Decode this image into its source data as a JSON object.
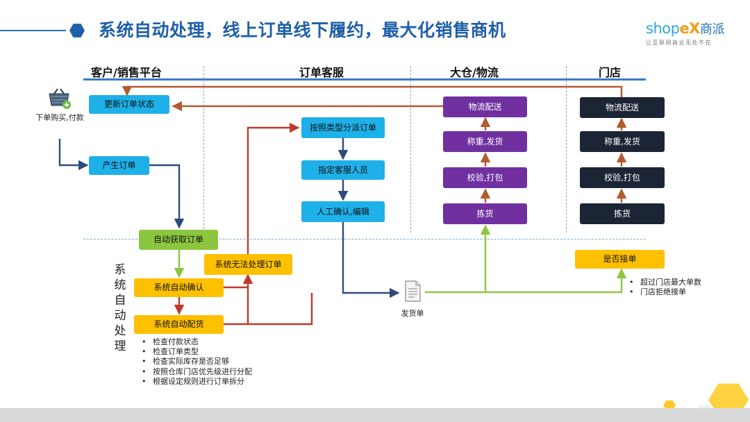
{
  "title": "系统自动处理，线上订单线下履约，最大化销售商机",
  "logo": {
    "main_a": "shop",
    "main_x": "eX",
    "main_cn": "商派",
    "slogan": "让互联网商业无处不在"
  },
  "columns": [
    "客户/销售平台",
    "订单客服",
    "大仓/物流",
    "门店"
  ],
  "customer": {
    "label": "下单购买,付款",
    "icon": "shopping-basket-icon"
  },
  "boxes": {
    "update_status": "更新订单状态",
    "create_order": "产生订单",
    "auto_fetch": "自动获取订单",
    "auto_confirm": "系统自动确认",
    "auto_allocate": "系统自动配货",
    "cannot_process": "系统无法处理订单",
    "dispatch_by_type": "按照类型分派订单",
    "assign_staff": "指定客服人员",
    "manual_confirm": "人工确认,编辑",
    "wh_delivery": "物流配送",
    "wh_ship": "称重,发货",
    "wh_pack": "校验,打包",
    "wh_pick": "拣货",
    "st_delivery": "物流配送",
    "st_ship": "称重,发货",
    "st_pack": "校验,打包",
    "st_pick": "拣货",
    "accept_order": "是否接单"
  },
  "vertical_label": "系统自动处理",
  "auto_checks": [
    "检查付款状态",
    "检查订单类型",
    "检查实际库存是否足够",
    "按照仓库门店优先级进行分配",
    "根据设定规则进行订单拆分"
  ],
  "store_rules": [
    "超过门店最大单数",
    "门店拒绝接单"
  ],
  "shipping_doc": {
    "label": "发货单",
    "icon": "document-icon"
  },
  "colors": {
    "title": "#1f5fa8",
    "blue_box": "#1eb0e8",
    "green_box": "#8cc63f",
    "yellow_box": "#ffc000",
    "purple_box": "#7030a0",
    "dark_box": "#1c2535",
    "arrow_brown": "#b35a2e",
    "arrow_red": "#c0392b",
    "arrow_navy": "#2e4a7d",
    "arrow_green": "#8cc63f"
  }
}
